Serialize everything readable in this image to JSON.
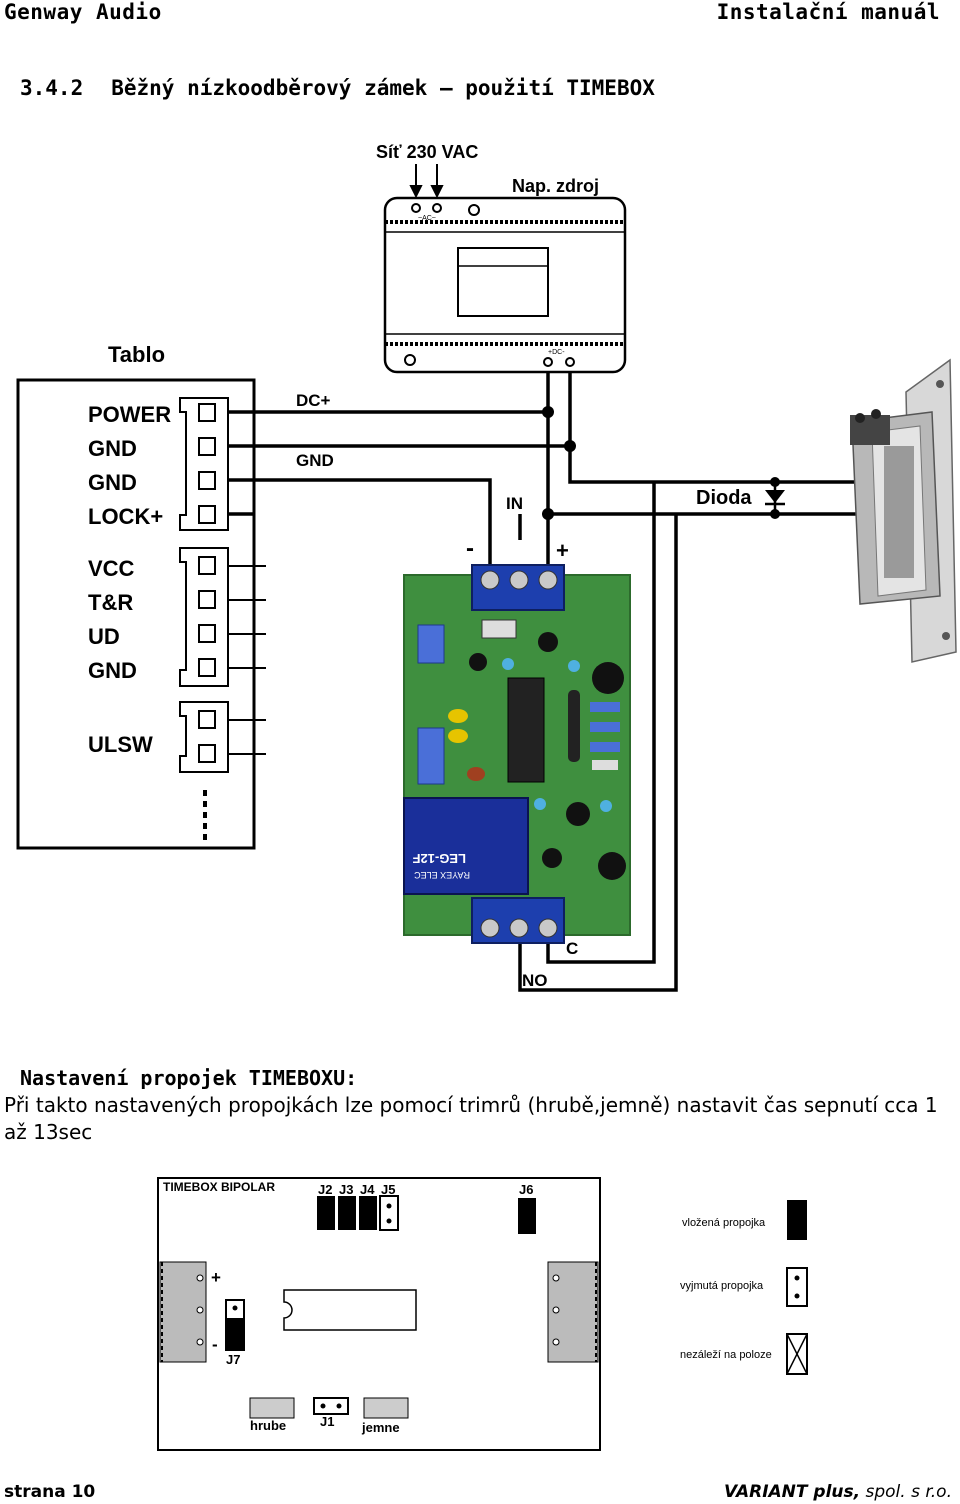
{
  "header": {
    "left": "Genway Audio",
    "right": "Instalační manuál"
  },
  "section": {
    "number": "3.4.2",
    "title": "Běžný nízkoodběrový zámek – použití TIMEBOX"
  },
  "wiring": {
    "mains_label": "Síť 230 VAC",
    "psu_label": "Nap. zdroj",
    "psu_ac": "~AC~",
    "psu_dc": "+DC-",
    "panel_label": "Tablo",
    "terminals": [
      "POWER",
      "GND",
      "GND",
      "LOCK+",
      "VCC",
      "T&R",
      "UD",
      "GND",
      "ULSW"
    ],
    "wire_dc": "DC+",
    "wire_gnd": "GND",
    "in_label": "IN",
    "minus": "-",
    "plus": "+",
    "diode_label": "Dioda",
    "c_label": "C",
    "no_label": "NO",
    "relay_text_1": "LEG-12F",
    "relay_text_2": "RAYEX ELEC"
  },
  "note": {
    "title": "Nastavení propojek TIMEBOXU:",
    "body": "Při takto nastavených propojkách lze pomocí trimrů (hrubě,jemně) nastavit čas sepnutí cca 1 až 13sec"
  },
  "board": {
    "title": "TIMEBOX BIPOLAR",
    "jumpers": [
      "J2",
      "J3",
      "J4",
      "J5"
    ],
    "j6": "J6",
    "j7": "J7",
    "j1": "J1",
    "plus": "+",
    "minus": "-",
    "hrube": "hrube",
    "jemne": "jemne",
    "legend": [
      "vložená propojka",
      "vyjmutá propojka",
      "nezáleží na poloze"
    ]
  },
  "footer": {
    "left": "strana 10",
    "right_bold": "VARIANT plus,",
    "right_rest": " spol. s r.o."
  }
}
